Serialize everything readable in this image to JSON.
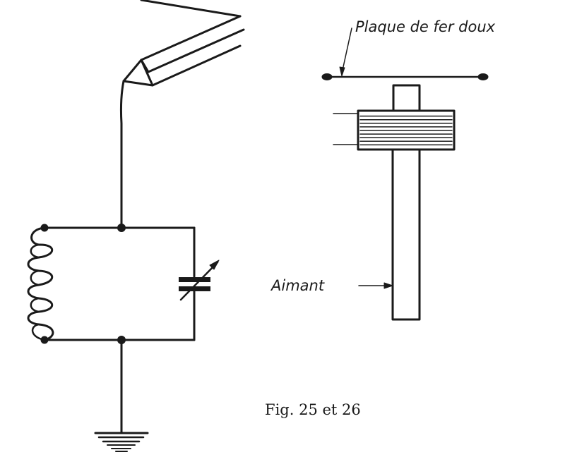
{
  "figure": {
    "caption": "Fig. 25 et 26",
    "ink_color": "#1a1a1a",
    "background_color": "#ffffff"
  },
  "fig25": {
    "components": [
      "antenna",
      "coil",
      "variable-capacitor",
      "ground"
    ]
  },
  "fig26": {
    "labels": {
      "iron_plate": "Plaque de fer doux",
      "magnet": "Aimant"
    },
    "coil_winding_lines": 9
  }
}
